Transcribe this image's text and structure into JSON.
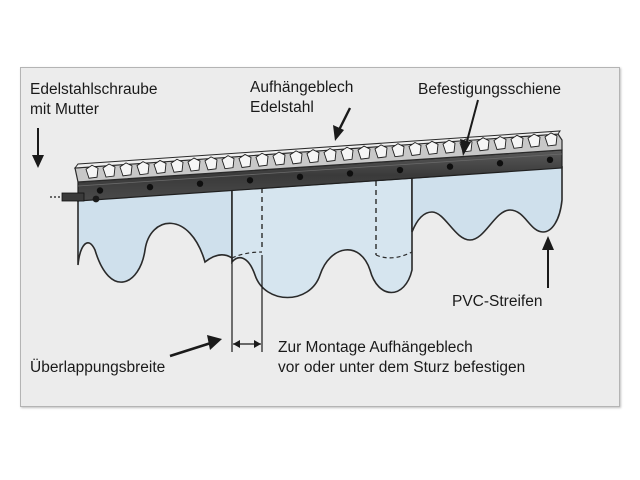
{
  "labels": {
    "screw": [
      "Edelstahlschraube",
      "mit Mutter"
    ],
    "hanger": [
      "Aufhängeblech",
      "Edelstahl"
    ],
    "rail": "Befestigungsschiene",
    "pvc": "PVC-Streifen",
    "overlap": "Überlappungsbreite",
    "mounting": [
      "Zur Montage Aufhängeblech",
      "vor oder unter dem Sturz befestigen"
    ]
  },
  "colors": {
    "background": "#ececec",
    "frame_border": "#b4b4b4",
    "strip_fill": "#cfe0ec",
    "rail_dark": "#3b3b3b",
    "hanger_light": "#c8c8c8",
    "text": "#1a1a1a"
  }
}
